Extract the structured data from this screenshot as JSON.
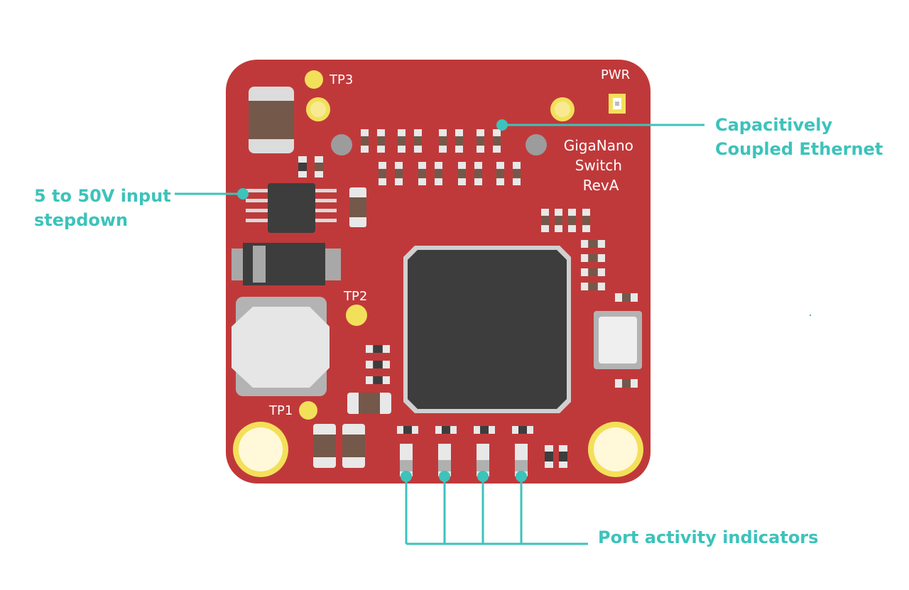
{
  "board": {
    "name_lines": [
      "GigaNano",
      "Switch",
      "RevA"
    ],
    "labels": {
      "pwr": "PWR",
      "tp1": "TP1",
      "tp2": "TP2",
      "tp3": "TP3"
    }
  },
  "callouts": {
    "ethernet": {
      "lines": [
        "Capacitively",
        "Coupled Ethernet"
      ]
    },
    "stepdown": {
      "lines": [
        "5 to 50V input",
        "stepdown"
      ]
    },
    "port_leds": {
      "text": "Port activity indicators"
    }
  },
  "colors": {
    "pcb": "#c0393a",
    "accent": "#3cc3bb",
    "pad_gold": "#f3e05a",
    "chip": "#3d3d3d",
    "silver": "#d9d9d9",
    "resistor_body": "#74584a"
  }
}
